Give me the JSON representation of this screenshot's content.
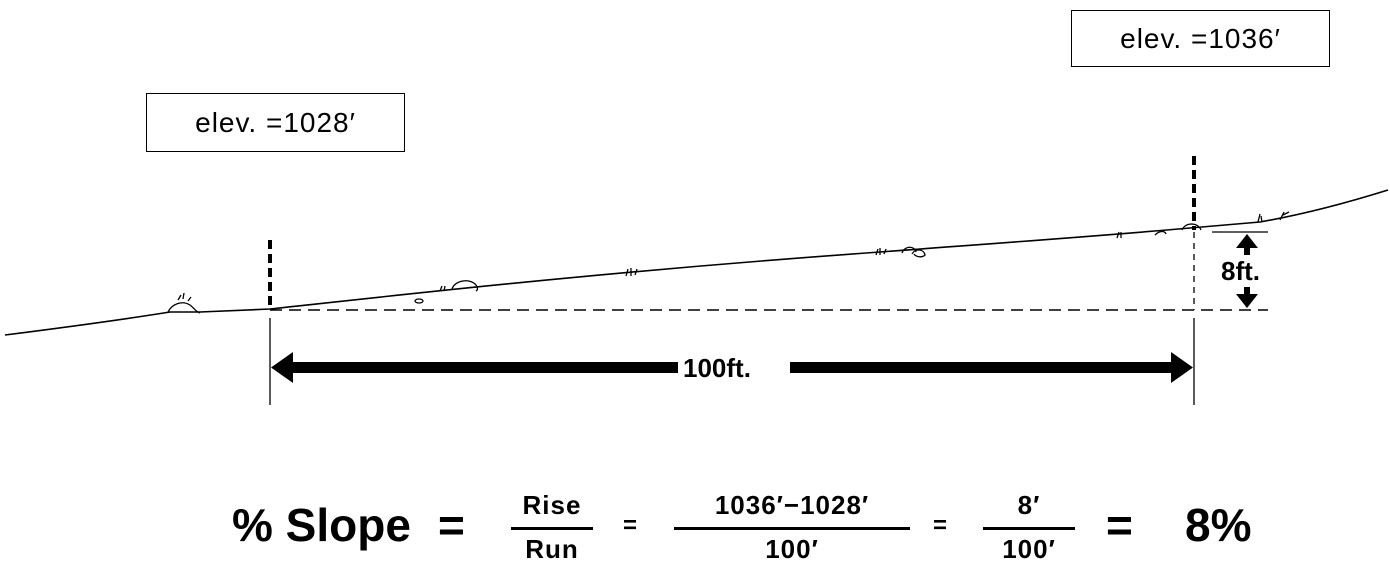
{
  "left_station": {
    "elevation_label": "elev. =1028′"
  },
  "right_station": {
    "elevation_label": "elev. =1036′"
  },
  "run": {
    "label": "100ft.",
    "value_ft": 100
  },
  "rise": {
    "label": "8ft.",
    "value_ft": 8
  },
  "formula": {
    "lhs": "% Slope",
    "equals": "=",
    "fraction1": {
      "numerator": "Rise",
      "denominator": "Run"
    },
    "equals_small_1": "=",
    "fraction2": {
      "numerator": "1036′−1028′",
      "denominator": "100′"
    },
    "equals_small_2": "=",
    "fraction3": {
      "numerator": "8′",
      "denominator": "100′"
    },
    "equals_2": "=",
    "result": "8%"
  }
}
